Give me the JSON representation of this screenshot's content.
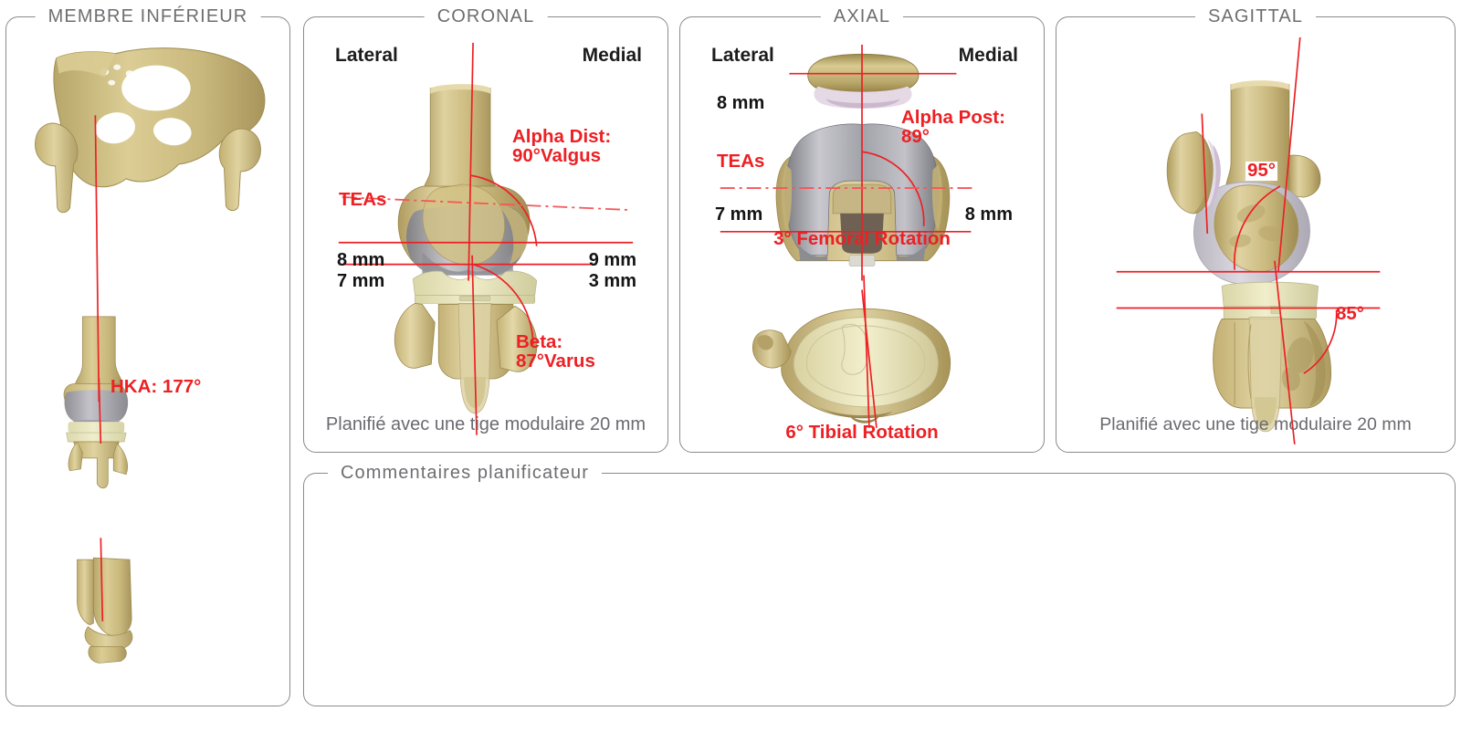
{
  "panels": {
    "limb": {
      "title": "MEMBRE INFÉRIEUR"
    },
    "coronal": {
      "title": "CORONAL"
    },
    "axial": {
      "title": "AXIAL"
    },
    "sagittal": {
      "title": "SAGITTAL"
    },
    "comments": {
      "title": "Commentaires planificateur",
      "body": ""
    }
  },
  "limb": {
    "hka_label": "HKA: 177°"
  },
  "coronal": {
    "lateral_label": "Lateral",
    "medial_label": "Medial",
    "alpha_dist_line1": "Alpha Dist:",
    "alpha_dist_line2": "90°Valgus",
    "teas_label": "TEAs",
    "beta_line1": "Beta:",
    "beta_line2": "87°Varus",
    "femur_lateral_resection": "8 mm",
    "femur_medial_resection": "9 mm",
    "tibia_lateral_resection": "7 mm",
    "tibia_medial_resection": "3 mm",
    "caption": "Planifié avec une tige modulaire 20 mm"
  },
  "axial": {
    "lateral_label": "Lateral",
    "medial_label": "Medial",
    "patella_resection": "8 mm",
    "alpha_post_line1": "Alpha Post:",
    "alpha_post_line2": "89°",
    "teas_label": "TEAs",
    "posterior_lateral_resection": "7 mm",
    "posterior_medial_resection": "8 mm",
    "femoral_rotation": "3° Femoral Rotation",
    "tibial_rotation": "6° Tibial Rotation"
  },
  "sagittal": {
    "femoral_flexion": "95°",
    "tibial_slope": "85°",
    "caption": "Planifié avec une tige modulaire 20 mm"
  },
  "colors": {
    "annotation_red": "#ED2024",
    "panel_border": "#8a8a8a",
    "legend_text": "#6e6e72",
    "bone": "#CDBC80",
    "bone_light": "#DCCF9A",
    "metal": "#A9A9AE",
    "poly": "#E8E6C0",
    "cartilage": "#D9D6DE"
  }
}
